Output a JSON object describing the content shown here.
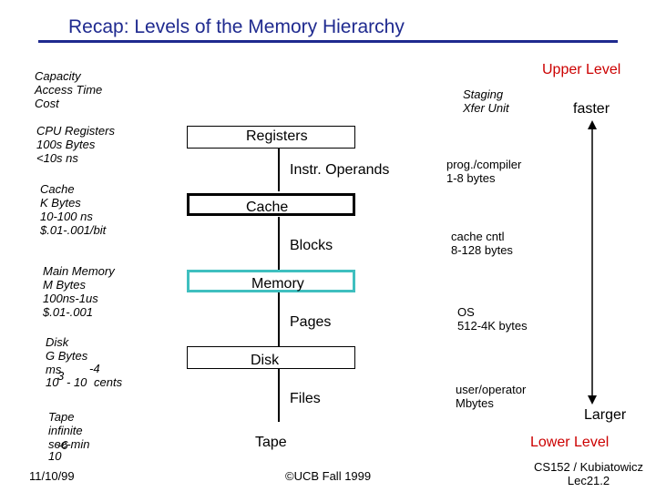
{
  "title": "Recap: Levels of the Memory Hierarchy",
  "header": {
    "left_lines": [
      "Capacity",
      "Access Time",
      "Cost"
    ],
    "staging_lines": [
      "Staging",
      "Xfer Unit"
    ],
    "upper_level": "Upper Level",
    "faster": "faster",
    "larger": "Larger",
    "lower_level": "Lower Level"
  },
  "levels": [
    {
      "name": "Registers",
      "specs": [
        "CPU Registers",
        "100s Bytes",
        "<10s ns"
      ]
    },
    {
      "name": "Cache",
      "specs": [
        "Cache",
        "K Bytes",
        "10-100 ns",
        "$.01-.001/bit"
      ]
    },
    {
      "name": "Memory",
      "specs": [
        "Main Memory",
        "M Bytes",
        "100ns-1us",
        "$.01-.001"
      ]
    },
    {
      "name": "Disk",
      "specs": [
        "Disk",
        "G Bytes",
        "ms",
        "-4",
        "3",
        "10",
        "- 10",
        "cents"
      ]
    },
    {
      "name": "Tape",
      "specs": [
        "Tape",
        "infinite",
        "sec-min",
        "-6",
        "10"
      ]
    }
  ],
  "transfers": [
    {
      "operand": "Instr. Operands",
      "agent": [
        "prog./compiler",
        "1-8 bytes"
      ]
    },
    {
      "operand": "Blocks",
      "agent": [
        "cache cntl",
        "8-128 bytes"
      ]
    },
    {
      "operand": "Pages",
      "agent": [
        "OS",
        "512-4K bytes"
      ]
    },
    {
      "operand": "Files",
      "agent": [
        "user/operator",
        "Mbytes"
      ]
    }
  ],
  "footer": {
    "date": "11/10/99",
    "copyright": "©UCB Fall 1999",
    "course": "CS152 / Kubiatowicz",
    "lecture": "Lec21.2"
  },
  "colors": {
    "title": "#1f2a8f",
    "accent_red": "#cc0000",
    "memory_border": "#3fbfbf"
  },
  "icons": [
    "arrow-up-icon",
    "arrow-down-icon"
  ]
}
